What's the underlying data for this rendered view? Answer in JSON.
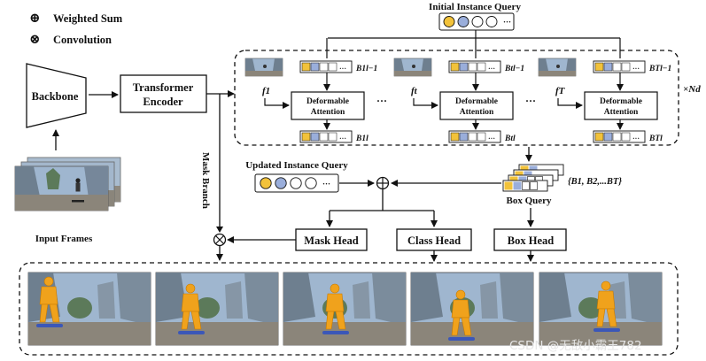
{
  "legend": {
    "weighted_sum": "Weighted Sum",
    "convolution": "Convolution",
    "weighted_sum_symbol": "⊕",
    "convolution_symbol": "⊗"
  },
  "backbone": "Backbone",
  "transformer_encoder": [
    "Transformer",
    "Encoder"
  ],
  "input_frames": "Input Frames",
  "mask_branch": "Mask Branch",
  "initial_instance_query": "Initial Instance Query",
  "updated_instance_query": "Updated Instance Query",
  "box_query": "Box Query",
  "box_set": "{B1, B2,...BT}",
  "layers": "×Nd",
  "ellipsis": "···",
  "decoder_columns": [
    {
      "feature": "f1",
      "box_in": "B1l−1",
      "box_out": "B1l",
      "attention": [
        "Deformable",
        "Attention"
      ]
    },
    {
      "feature": "ft",
      "box_in": "Btl−1",
      "box_out": "Btl",
      "attention": [
        "Deformable",
        "Attention"
      ]
    },
    {
      "feature": "fT",
      "box_in": "BTl−1",
      "box_out": "BTl",
      "attention": [
        "Deformable",
        "Attention"
      ]
    }
  ],
  "heads": {
    "mask": "Mask Head",
    "class": "Class Head",
    "box": "Box Head"
  },
  "watermark": "CSDN @无敌小霸王782",
  "colors": {
    "query_yellow": "#f2c23a",
    "query_blue": "#9aaedb",
    "line": "#111111",
    "sky": "#9fb6cf",
    "building": "#6e7f8f",
    "ground": "#8b857a",
    "mask_orange": "#f0a21c"
  }
}
